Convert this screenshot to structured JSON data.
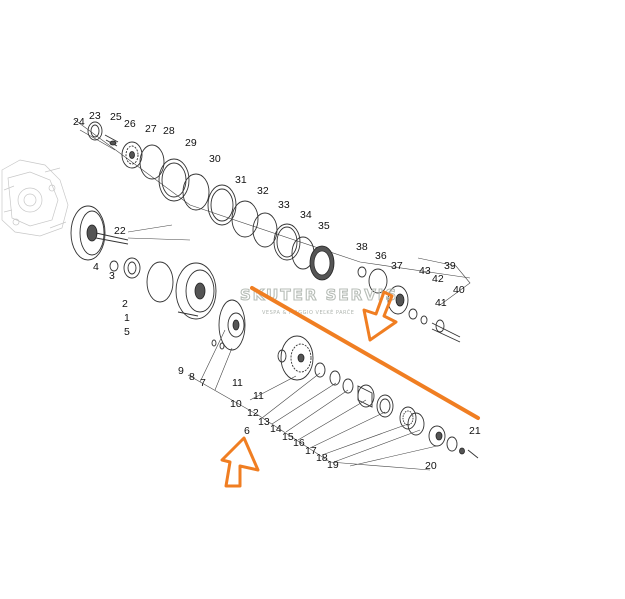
{
  "watermark": {
    "title": "SKUTER SERVIS",
    "subtitle": "VESPA & PIAGGIO VEĽKÉ PARČE"
  },
  "colors": {
    "annotation": "#f07e22",
    "line": "#333333",
    "background": "#ffffff"
  },
  "callouts": [
    {
      "id": "c1",
      "text": "1"
    },
    {
      "id": "c2",
      "text": "2"
    },
    {
      "id": "c3",
      "text": "3"
    },
    {
      "id": "c4",
      "text": "4"
    },
    {
      "id": "c5",
      "text": "5"
    },
    {
      "id": "c6",
      "text": "6"
    },
    {
      "id": "c7",
      "text": "7"
    },
    {
      "id": "c8",
      "text": "8"
    },
    {
      "id": "c9",
      "text": "9"
    },
    {
      "id": "c10",
      "text": "10"
    },
    {
      "id": "c11a",
      "text": "11"
    },
    {
      "id": "c11b",
      "text": "11"
    },
    {
      "id": "c12",
      "text": "12"
    },
    {
      "id": "c13",
      "text": "13"
    },
    {
      "id": "c14",
      "text": "14"
    },
    {
      "id": "c15",
      "text": "15"
    },
    {
      "id": "c16",
      "text": "16"
    },
    {
      "id": "c17",
      "text": "17"
    },
    {
      "id": "c18",
      "text": "18"
    },
    {
      "id": "c19",
      "text": "19"
    },
    {
      "id": "c20",
      "text": "20"
    },
    {
      "id": "c21",
      "text": "21"
    },
    {
      "id": "c22",
      "text": "22"
    },
    {
      "id": "c23",
      "text": "23"
    },
    {
      "id": "c24",
      "text": "24"
    },
    {
      "id": "c25",
      "text": "25"
    },
    {
      "id": "c26",
      "text": "26"
    },
    {
      "id": "c27",
      "text": "27"
    },
    {
      "id": "c28",
      "text": "28"
    },
    {
      "id": "c29",
      "text": "29"
    },
    {
      "id": "c30",
      "text": "30"
    },
    {
      "id": "c31",
      "text": "31"
    },
    {
      "id": "c32",
      "text": "32"
    },
    {
      "id": "c33",
      "text": "33"
    },
    {
      "id": "c34",
      "text": "34"
    },
    {
      "id": "c35",
      "text": "35"
    },
    {
      "id": "c36",
      "text": "36"
    },
    {
      "id": "c37",
      "text": "37"
    },
    {
      "id": "c38",
      "text": "38"
    },
    {
      "id": "c39",
      "text": "39"
    },
    {
      "id": "c40",
      "text": "40"
    },
    {
      "id": "c41",
      "text": "41"
    },
    {
      "id": "c42",
      "text": "42"
    },
    {
      "id": "c43",
      "text": "43"
    }
  ]
}
